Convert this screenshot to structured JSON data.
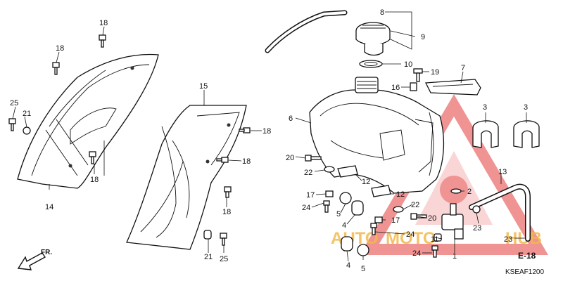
{
  "diagram": {
    "code": "KSEAF1200",
    "ref": "E-18",
    "direction_label": "FR.",
    "watermark": {
      "left": "AUTO",
      "mid": "MOTO",
      "right": "HUB"
    },
    "callouts": {
      "c18a": "18",
      "c18b": "18",
      "c18c": "18",
      "c18d": "18",
      "c18e": "18",
      "c18f": "18",
      "c25a": "25",
      "c25b": "25",
      "c21a": "21",
      "c21b": "21",
      "c14": "14",
      "c15": "15",
      "c6": "6",
      "c8": "8",
      "c9": "9",
      "c10": "10",
      "c19": "19",
      "c16": "16",
      "c7": "7",
      "c3a": "3",
      "c3b": "3",
      "c20a": "20",
      "c20b": "20",
      "c22a": "22",
      "c22b": "22",
      "c12a": "12",
      "c12b": "12",
      "c17a": "17",
      "c17b": "17",
      "c24a": "24",
      "c24b": "24",
      "c24c": "24",
      "c5a": "5",
      "c5b": "5",
      "c4a": "4",
      "c4b": "4",
      "c2": "2",
      "c13": "13",
      "c23a": "23",
      "c23b": "23",
      "c11": "11",
      "c1": "1"
    }
  }
}
